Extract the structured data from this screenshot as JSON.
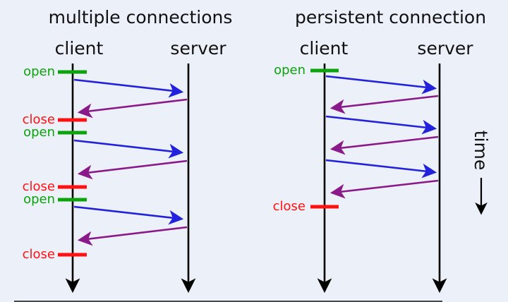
{
  "left_panel": {
    "title": "multiple connections",
    "client_label": "client",
    "server_label": "server",
    "events": [
      {
        "type": "open",
        "label": "open"
      },
      {
        "type": "close",
        "label": "close"
      },
      {
        "type": "open",
        "label": "open"
      },
      {
        "type": "close",
        "label": "close"
      },
      {
        "type": "open",
        "label": "open"
      },
      {
        "type": "close",
        "label": "close"
      }
    ],
    "sequence": [
      "open",
      "request",
      "response",
      "close",
      "open",
      "request",
      "response",
      "close",
      "open",
      "request",
      "response",
      "close"
    ]
  },
  "right_panel": {
    "title": "persistent connection",
    "client_label": "client",
    "server_label": "server",
    "events": [
      {
        "type": "open",
        "label": "open"
      },
      {
        "type": "close",
        "label": "close"
      }
    ],
    "sequence": [
      "open",
      "request",
      "response",
      "request",
      "response",
      "request",
      "response",
      "close"
    ]
  },
  "time_label": "time",
  "colors": {
    "background": "#ecf0f8",
    "open_marker": "#0ca30c",
    "close_marker": "#ff1111",
    "request_arrow": "#2222dd",
    "response_arrow": "#8a1a8a",
    "timeline": "#000000"
  }
}
